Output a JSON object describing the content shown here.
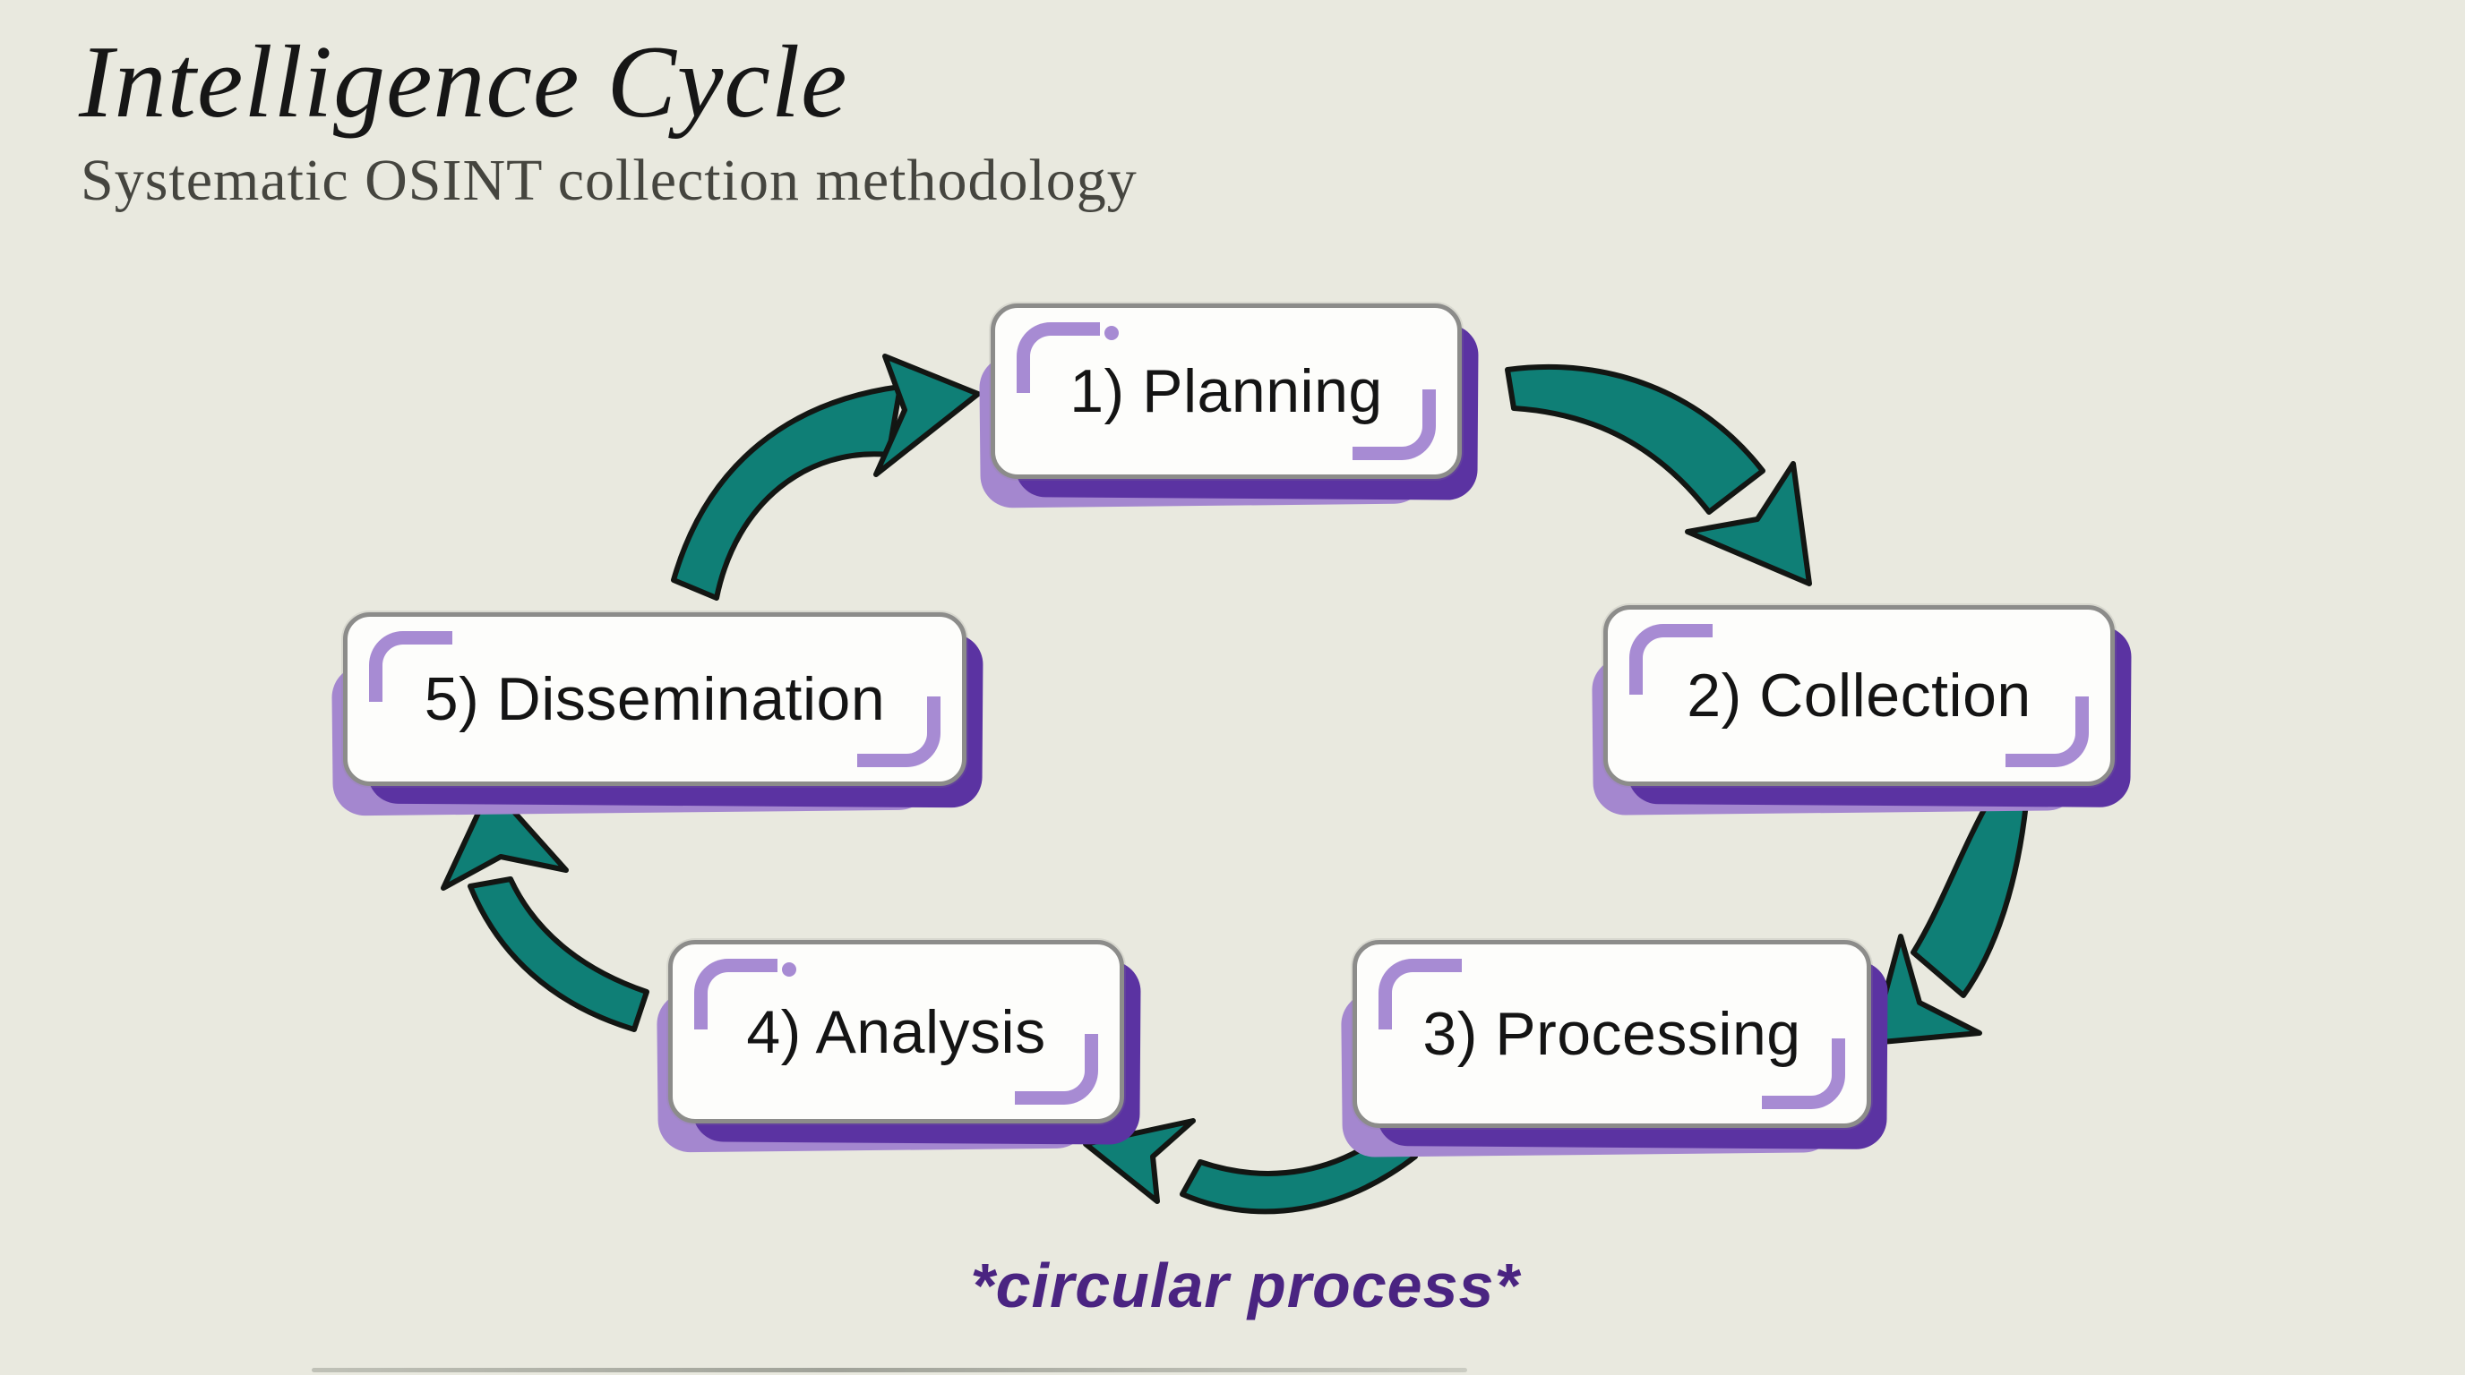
{
  "header": {
    "title": "Intelligence Cycle",
    "subtitle": "Systematic OSINT collection methodology"
  },
  "diagram": {
    "stages": [
      {
        "order": 1,
        "label": "1) Planning"
      },
      {
        "order": 2,
        "label": "2) Collection"
      },
      {
        "order": 3,
        "label": "3) Processing"
      },
      {
        "order": 4,
        "label": "4) Analysis"
      },
      {
        "order": 5,
        "label": "5) Dissemination"
      }
    ],
    "connections": [
      {
        "from": "5) Dissemination",
        "to": "1) Planning"
      },
      {
        "from": "1) Planning",
        "to": "2) Collection"
      },
      {
        "from": "2) Collection",
        "to": "3) Processing"
      },
      {
        "from": "3) Processing",
        "to": "4) Analysis"
      },
      {
        "from": "4) Analysis",
        "to": "5) Dissemination"
      }
    ],
    "footnote": "*circular process*"
  },
  "colors": {
    "background": "#e9e9df",
    "box_fill": "#fdfdfb",
    "box_border": "#8c8c8a",
    "shadow_purple_dark": "#5b33a2",
    "accent_purple_light": "#a78bd3",
    "arrow_teal": "#0f7f76",
    "arrow_outline": "#131613",
    "title_color": "#161616",
    "subtitle_color": "#45453f",
    "footnote_color": "#4a2481"
  }
}
